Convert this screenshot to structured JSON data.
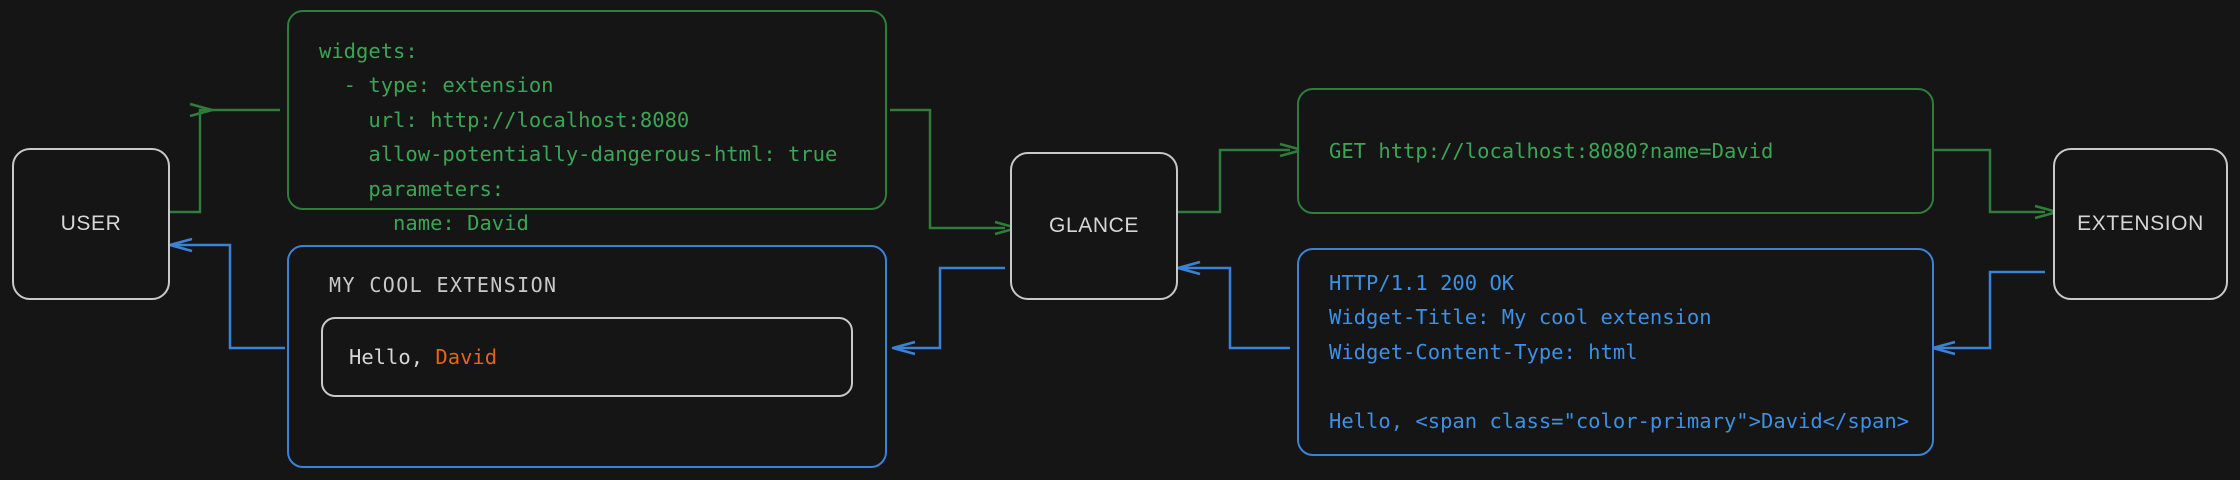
{
  "theme": {
    "background": "#151515",
    "request_color": "#3aa655",
    "response_color": "#3d90e3",
    "node_border": "#c9c9c9",
    "node_text": "#d6d6d6",
    "accent_primary": "#e8621a"
  },
  "nodes": {
    "user": {
      "label": "USER"
    },
    "glance": {
      "label": "GLANCE"
    },
    "extension": {
      "label": "EXTENSION"
    }
  },
  "panels": {
    "config_yaml": {
      "text": "widgets:\n  - type: extension\n    url: http://localhost:8080\n    allow-potentially-dangerous-html: true\n    parameters:\n      name: David"
    },
    "http_request": {
      "text": "GET http://localhost:8080?name=David"
    },
    "http_response": {
      "text": "HTTP/1.1 200 OK\nWidget-Title: My cool extension\nWidget-Content-Type: html\n\nHello, <span class=\"color-primary\">David</span>"
    },
    "rendered_widget": {
      "title": "MY COOL EXTENSION",
      "greeting_prefix": "Hello, ",
      "greeting_name": "David"
    }
  }
}
